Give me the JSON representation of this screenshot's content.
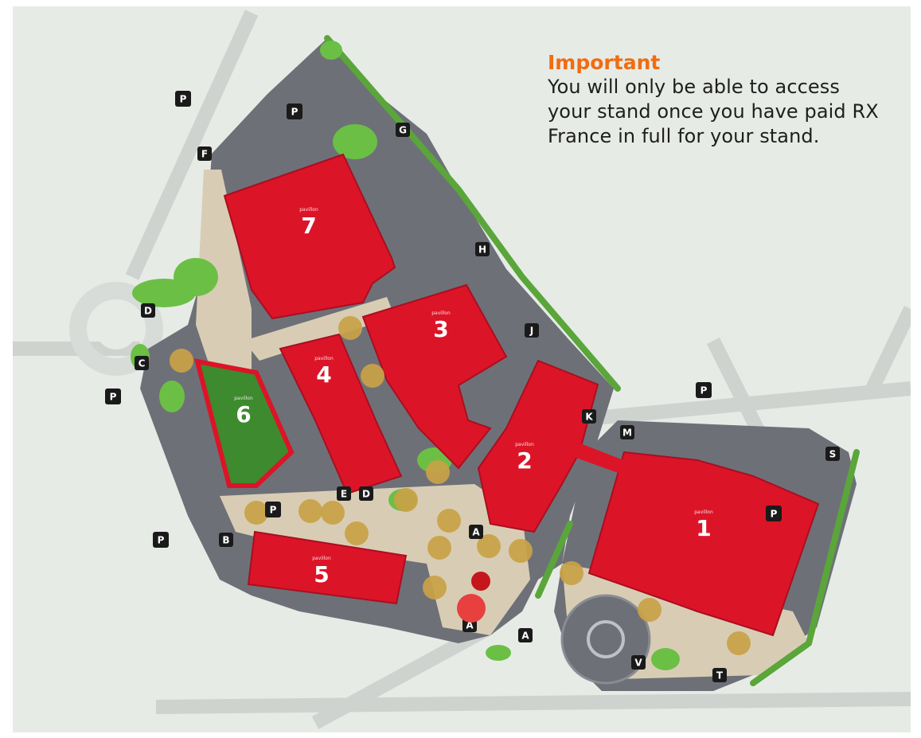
{
  "notice": {
    "title": "Important",
    "body": "You will only be able to access your stand once you have paid RX France in full for your stand."
  },
  "halls": [
    {
      "id": "hall-1",
      "number": "1",
      "caption": "pavillon"
    },
    {
      "id": "hall-2",
      "number": "2",
      "caption": "pavillon"
    },
    {
      "id": "hall-3",
      "number": "3",
      "caption": "pavillon"
    },
    {
      "id": "hall-4",
      "number": "4",
      "caption": "pavillon"
    },
    {
      "id": "hall-5",
      "number": "5",
      "caption": "pavillon"
    },
    {
      "id": "hall-6",
      "number": "6",
      "caption": "pavillon"
    },
    {
      "id": "hall-7",
      "number": "7",
      "caption": "pavillon"
    }
  ],
  "gates": [
    "A",
    "A",
    "A",
    "B",
    "C",
    "D",
    "D",
    "E",
    "F",
    "G",
    "H",
    "J",
    "K",
    "M",
    "S",
    "T",
    "V"
  ],
  "parking_label": "P",
  "colors": {
    "hall": "#dc1428",
    "hall_dark": "#a90f20",
    "pavement": "#6e7078",
    "path": "#d8cdb4",
    "green": "#5aa63a",
    "meeting_point": "#c9a247",
    "accent": "#f06c12"
  }
}
